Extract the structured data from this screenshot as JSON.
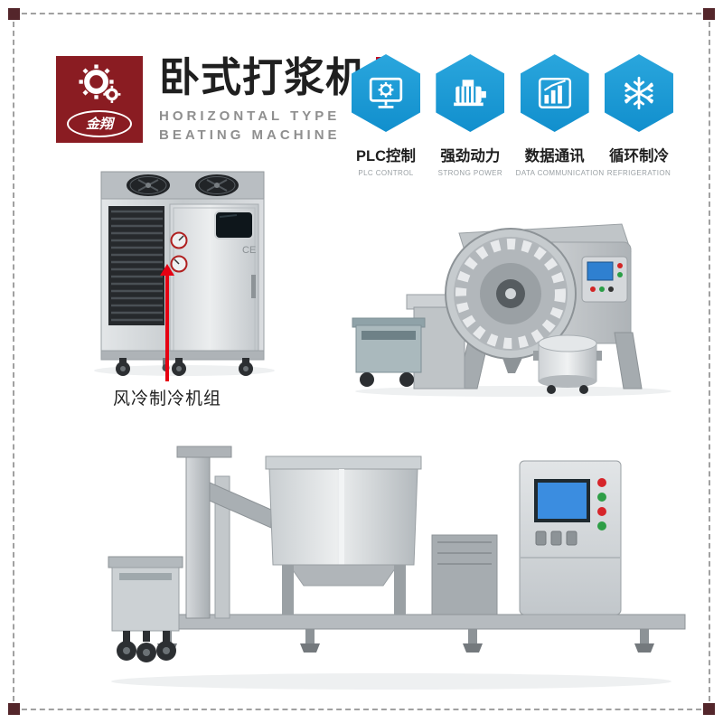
{
  "page": {
    "background": "#ffffff",
    "dash_border_color": "#a1a1a1",
    "corner_mark_color": "#54262b",
    "accent_red": "#c30d23",
    "arrow_red": "#e60012",
    "hex_blue": "#189bd5",
    "logo_maroon": "#8a1c22"
  },
  "header": {
    "logo": {
      "brand": "金翔"
    },
    "title": "卧式打浆机",
    "subtitle_line1": "HORIZONTAL TYPE",
    "subtitle_line2": "BEATING MACHINE"
  },
  "features": {
    "items": [
      {
        "zh": "PLC控制",
        "en": "PLC CONTROL"
      },
      {
        "zh": "强劲动力",
        "en": "STRONG POWER"
      },
      {
        "zh": "数据通讯",
        "en": "DATA COMMUNICATION"
      },
      {
        "zh": "循环制冷",
        "en": "REFRIGERATION"
      }
    ]
  },
  "callout": {
    "label": "风冷制冷机组"
  },
  "chiller": {
    "ce_mark": "CE"
  }
}
